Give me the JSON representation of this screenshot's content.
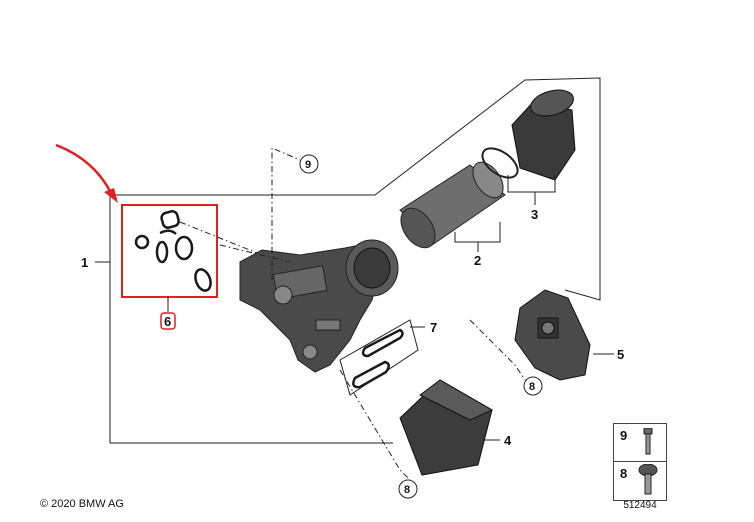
{
  "diagram": {
    "labels": {
      "p1": "1",
      "p2": "2",
      "p3": "3",
      "p4": "4",
      "p5": "5",
      "p6": "6",
      "p7": "7",
      "c8a": "8",
      "c8b": "8",
      "c9": "9"
    },
    "legend": {
      "item_9": "9",
      "item_8": "8"
    },
    "part_number": "512494",
    "copyright": "© 2020 BMW AG",
    "colors": {
      "highlight": "#e02020",
      "line": "#222222",
      "part_dark": "#3a3a3a"
    }
  }
}
